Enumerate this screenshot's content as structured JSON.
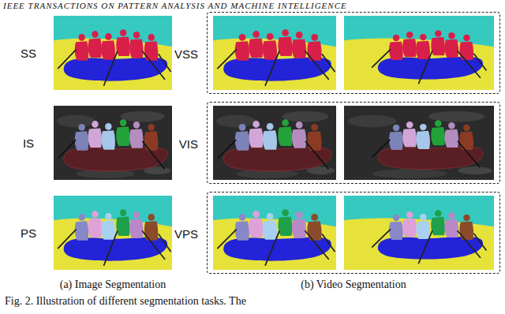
{
  "diagram": {
    "caption": "Fig. 2. Illustration of different segmentation tasks. The",
    "nodes": [
      {
        "text": [
          "VSS"
        ]
      },
      {
        "text": [
          "VIS"
        ]
      },
      {
        "text": [
          "VPS"
        ]
      }
    ],
    "labels": [
      "IEEE TRANSACTIONS ON PATTERN ANALYSIS AND MACHINE INTELLIGENCE",
      "SS",
      "IS",
      "PS",
      "(a) Image Segmentation",
      "(b) Video Segmentation"
    ]
  }
}
